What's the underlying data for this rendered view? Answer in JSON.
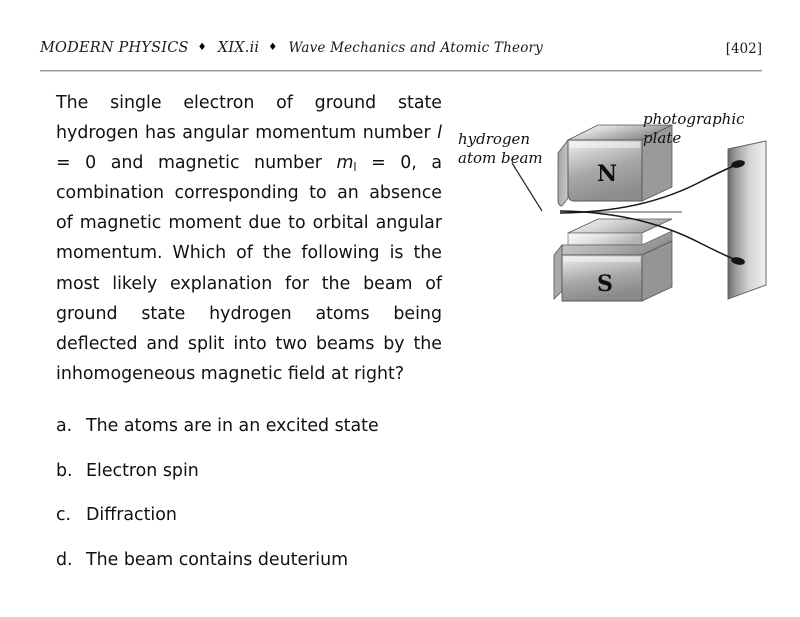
{
  "header": {
    "book_title": "MODERN PHYSICS",
    "separator": "♦",
    "chapter": "XIX.ii",
    "section_title": "Wave Mechanics and Atomic Theory",
    "page_number": "[402]"
  },
  "question": {
    "part1": "The single electron of ground state hydrogen has angular momentum number ",
    "symbol_l": "l",
    "part2": " = 0 and magnetic number ",
    "symbol_m": "m",
    "symbol_m_subscript": "l",
    "part3": " = 0, a combination corresponding to an absence of magnetic moment due to orbital angular momentum.  Which of the following is the most likely explanation for the beam of ground state hydrogen atoms being deflected and split into two beams by the inhomogeneous magnetic field at right?"
  },
  "options": [
    {
      "letter": "a.",
      "text": "The atoms are in an excited state"
    },
    {
      "letter": "b.",
      "text": "Electron spin"
    },
    {
      "letter": "c.",
      "text": "Diffraction"
    },
    {
      "letter": "d.",
      "text": "The beam contains deuterium"
    }
  ],
  "diagram": {
    "label_beam": "hydrogen\natom beam",
    "label_beam_line1": "hydrogen",
    "label_beam_line2": "atom beam",
    "label_plate_line1": "photographic",
    "label_plate_line2": "plate",
    "magnet_north": "N",
    "magnet_south": "S",
    "colors": {
      "magnet_light": "#e6e6e6",
      "magnet_mid": "#b8b8b8",
      "magnet_dark": "#7d7d7d",
      "plate_dark": "#6e6e6e",
      "plate_light": "#f2f2f2",
      "beam_line": "#8a8a8a",
      "split_beam": "#1a1a1a",
      "spot": "#151515",
      "outline": "#4a4a4a"
    }
  }
}
